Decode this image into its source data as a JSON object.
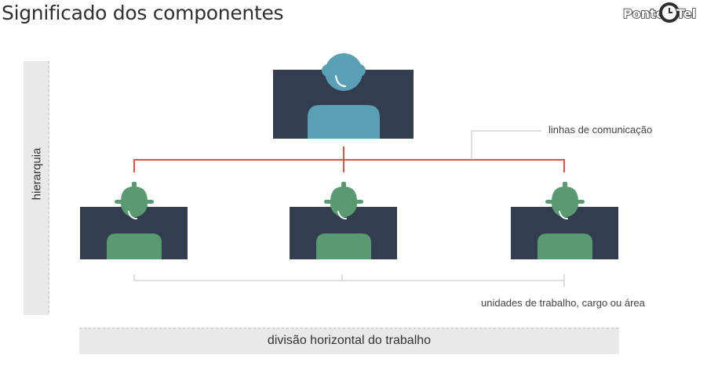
{
  "title": "Significado dos componentes",
  "logo": {
    "ponto": "Ponto",
    "tel": "Tel"
  },
  "labels": {
    "comunicacao": "linhas de comunicação",
    "unidades": "unidades de trabalho, cargo ou área",
    "hierarquia": "hierarquia",
    "divisao": "divisão horizontal do trabalho"
  },
  "colors": {
    "card": "#323e4f",
    "manager": "#5a9fb4",
    "worker": "#5a9a72",
    "connector": "#d9574a",
    "bracket": "#bdbdbd",
    "band": "#e9e9e9"
  },
  "nodes": [
    {
      "role": "manager",
      "icon": "worker-helmet-icon"
    },
    {
      "role": "worker",
      "icon": "worker-helmet-icon"
    },
    {
      "role": "worker",
      "icon": "worker-helmet-icon"
    },
    {
      "role": "worker",
      "icon": "worker-helmet-icon"
    }
  ]
}
